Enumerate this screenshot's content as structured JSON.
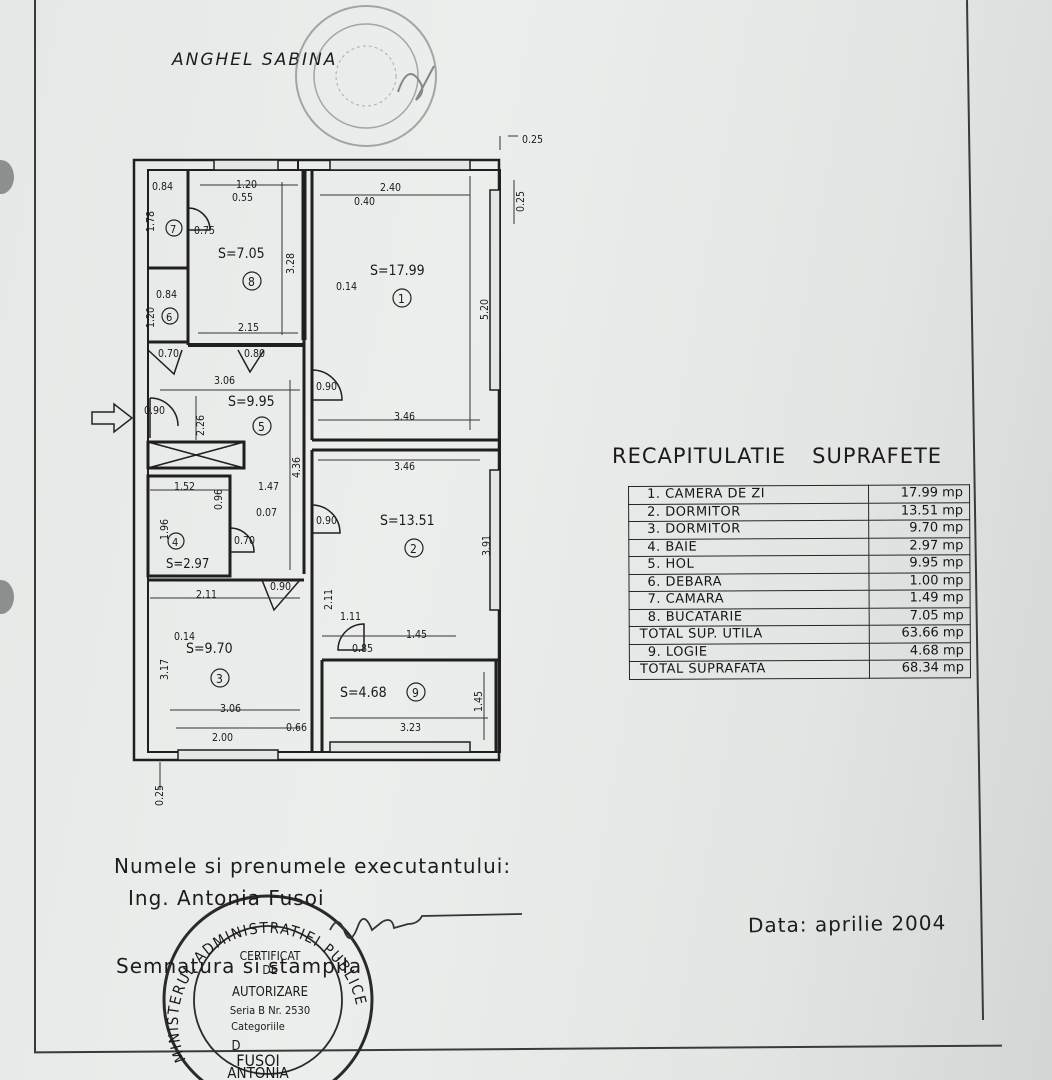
{
  "owner_name": "ANGHEL SABINA",
  "plan": {
    "rooms": [
      {
        "area": "S=17.99",
        "num": "1"
      },
      {
        "area": "S=13.51",
        "num": "2"
      },
      {
        "area": "S=9.70",
        "num": "3"
      },
      {
        "area": "S=2.97",
        "num": "4"
      },
      {
        "area": "S=9.95",
        "num": "5"
      },
      {
        "num": "6"
      },
      {
        "num": "7"
      },
      {
        "area": "S=7.05",
        "num": "8"
      },
      {
        "area": "S=4.68",
        "num": "9"
      }
    ],
    "dims": [
      "0.25",
      "0.25",
      "0.84",
      "1.20",
      "0.55",
      "2.40",
      "0.40",
      "1.78",
      "0.75",
      "3.28",
      "0.14",
      "5.20",
      "0.84",
      "1.20",
      "2.15",
      "0.70",
      "0.80",
      "3.06",
      "0.90",
      "0.90",
      "2.26",
      "3.46",
      "3.46",
      "4.36",
      "1.52",
      "1.47",
      "0.96",
      "0.07",
      "1.96",
      "0.70",
      "0.90",
      "3.91",
      "0.90",
      "2.11",
      "2.11",
      "0.14",
      "1.11",
      "1.45",
      "3.17",
      "0.85",
      "3.06",
      "1.45",
      "2.00",
      "0.66",
      "3.23",
      "0.25"
    ]
  },
  "recap": {
    "title_word1": "RECAPITULATIE",
    "title_word2": "SUPRAFETE",
    "rows": [
      {
        "label": "1. CAMERA DE ZI",
        "value": "17.99 mp"
      },
      {
        "label": "2. DORMITOR",
        "value": "13.51 mp"
      },
      {
        "label": "3. DORMITOR",
        "value": "9.70 mp"
      },
      {
        "label": "4. BAIE",
        "value": "2.97 mp"
      },
      {
        "label": "5. HOL",
        "value": "9.95 mp"
      },
      {
        "label": "6. DEBARA",
        "value": "1.00 mp"
      },
      {
        "label": "7. CAMARA",
        "value": "1.49 mp"
      },
      {
        "label": "8. BUCATARIE",
        "value": "7.05 mp"
      },
      {
        "label": "TOTAL SUP. UTILA",
        "value": "63.66 mp",
        "total": true
      },
      {
        "label": "9. LOGIE",
        "value": "4.68 mp"
      },
      {
        "label": "TOTAL SUPRAFATA",
        "value": "68.34 mp",
        "total": true
      }
    ]
  },
  "executant_heading": "Numele si prenumele executantului:",
  "executant_name": "Ing. Antonia   Fusoi",
  "signature_label": "Semnatura si stampila",
  "date_text": "Data: aprilie 2004",
  "stamp_bottom": {
    "ring": "MINISTERUL ADMINISTRATIEI PUBLICE",
    "line1": "CERTIFICAT",
    "line2": "DE",
    "line3": "AUTORIZARE",
    "line4": "Seria B Nr. 2530",
    "line5": "Categoriile",
    "line6": "D",
    "line7": "FUSOI",
    "line8": "ANTONIA"
  }
}
